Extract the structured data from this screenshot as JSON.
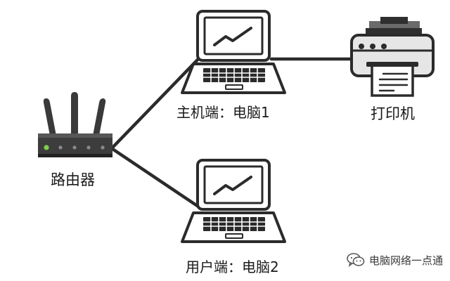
{
  "nodes": {
    "router": {
      "label": "路由器",
      "icon": "router-icon"
    },
    "host_pc": {
      "label": "主机端：电脑1",
      "icon": "laptop-icon"
    },
    "printer": {
      "label": "打印机",
      "icon": "printer-icon"
    },
    "user_pc": {
      "label": "用户端：电脑2",
      "icon": "laptop-icon"
    }
  },
  "edges": [
    {
      "from": "router",
      "to": "host_pc"
    },
    {
      "from": "router",
      "to": "user_pc"
    },
    {
      "from": "host_pc",
      "to": "printer"
    }
  ],
  "watermark": {
    "text": "电脑网络一点通",
    "icon": "wechat-icon"
  },
  "colors": {
    "stroke": "#2b2b2b",
    "device_fill": "#e6e6e6",
    "screen_fill": "#ffffff",
    "router_led": "#7fd04a",
    "router_port": "#8a8a8a"
  }
}
